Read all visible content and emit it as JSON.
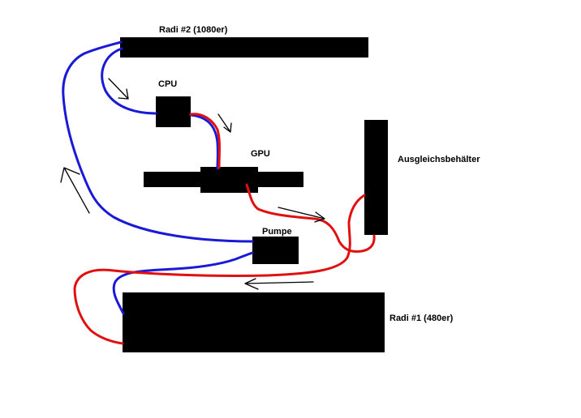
{
  "components": {
    "radi2": {
      "label": "Radi #2 (1080er)"
    },
    "cpu": {
      "label": "CPU"
    },
    "gpu": {
      "label": "GPU"
    },
    "reservoir": {
      "label": "Ausgleichsbehälter"
    },
    "pump": {
      "label": "Pumpe"
    },
    "radi1": {
      "label": "Radi #1 (480er)"
    }
  },
  "colors": {
    "block": "#000000",
    "cold_tube": "#1a1ad6",
    "hot_tube": "#e01010",
    "arrow": "#000000",
    "background": "#ffffff"
  }
}
